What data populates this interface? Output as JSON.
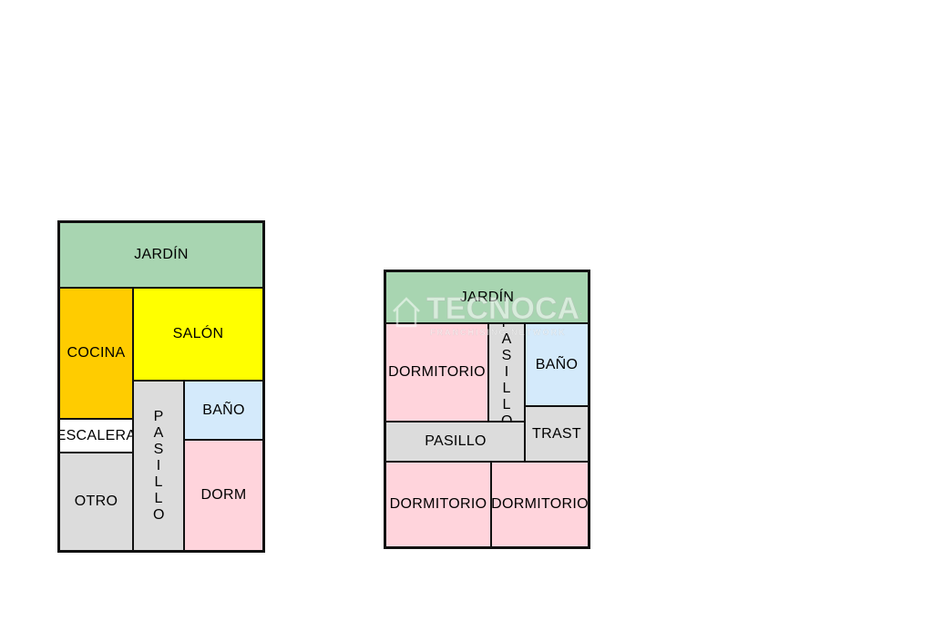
{
  "colors": {
    "garden": "#a8d5b1",
    "kitchen": "#ffcc00",
    "living": "#ffff00",
    "bath": "#d4eafb",
    "bedroom": "#ffd4dc",
    "corridor": "#dcdcdc",
    "stairs": "#ffffff",
    "border": "#111111"
  },
  "plan1": {
    "jardin": "JARDÍN",
    "cocina": "COCINA",
    "salon": "SALÓN",
    "escalera": "ESCALERA",
    "pasillo": "PASILLO",
    "bano": "BAÑO",
    "dorm": "DORM",
    "otro": "OTRO"
  },
  "plan2": {
    "jardin": "JARDÍN",
    "dormitorio_top": "DORMITORIO",
    "pasillo_vertical": "PASILLO",
    "bano": "BAÑO",
    "pasillo": "PASILLO",
    "trast": "TRAST",
    "dormitorio_left": "DORMITORIO",
    "dormitorio_right": "DORMITORIO"
  },
  "watermark": {
    "brand": "TECNOCASA",
    "tagline": "FRANCHISING NETWORK",
    "icon": "house-logo-icon"
  }
}
